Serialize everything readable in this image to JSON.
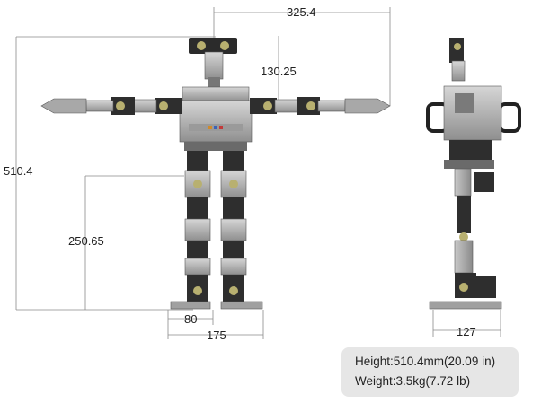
{
  "dimensions": {
    "arm_span": "325.4",
    "shoulder_to_top": "130.25",
    "total_height": "510.4",
    "leg_height": "250.65",
    "foot_width": "80",
    "stance_width": "175",
    "side_depth": "127"
  },
  "specs": {
    "height": "Height:510.4mm(20.09 in)",
    "weight": "Weight:3.5kg(7.72 lb)"
  }
}
